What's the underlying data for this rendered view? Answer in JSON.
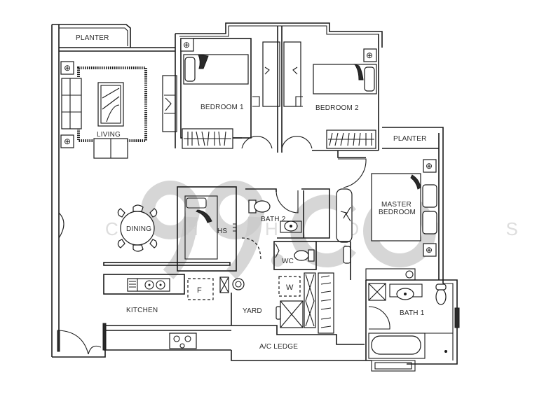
{
  "floor_plan": {
    "rooms": [
      {
        "id": "planter-top",
        "label": "PLANTER"
      },
      {
        "id": "living",
        "label": "LIVING"
      },
      {
        "id": "bedroom-1",
        "label": "BEDROOM 1"
      },
      {
        "id": "bedroom-2",
        "label": "BEDROOM 2"
      },
      {
        "id": "planter-right",
        "label": "PLANTER"
      },
      {
        "id": "master-bedroom",
        "label_line1": "MASTER",
        "label_line2": "BEDROOM"
      },
      {
        "id": "dining",
        "label": "DINING"
      },
      {
        "id": "household-shelter",
        "label": "HS"
      },
      {
        "id": "bath-2",
        "label": "BATH 2"
      },
      {
        "id": "wc",
        "label": "WC"
      },
      {
        "id": "kitchen",
        "label": "KITCHEN"
      },
      {
        "id": "yard",
        "label": "YARD"
      },
      {
        "id": "bath-1",
        "label": "BATH 1"
      },
      {
        "id": "ac-ledge",
        "label": "A/C LEDGE"
      }
    ],
    "appliances": {
      "fridge": "F",
      "washer": "W"
    }
  },
  "watermark": {
    "brand": "99.co",
    "tagline": "C H    H O U S I N G"
  }
}
